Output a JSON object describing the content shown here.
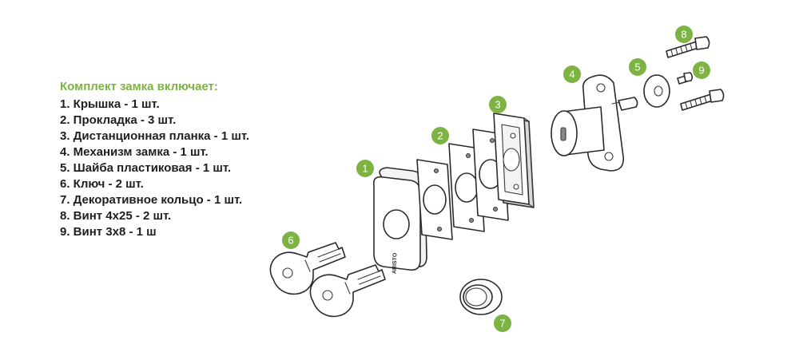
{
  "parts_list": {
    "title": "Комплект замка включает:",
    "items": [
      "1. Крышка - 1 шт.",
      "2. Прокладка - 3 шт.",
      "3. Дистанционная планка - 1 шт.",
      "4. Механизм замка - 1 шт.",
      "5. Шайба пластиковая - 1 шт.",
      "6. Ключ - 2 шт.",
      "7. Декоративное кольцо - 1 шт.",
      "8. Винт 4х25 - 2 шт.",
      "9. Винт 3х8 - 1 ш"
    ]
  },
  "badges": {
    "b1": "1",
    "b2": "2",
    "b3": "3",
    "b4": "4",
    "b5": "5",
    "b6": "6",
    "b7": "7",
    "b8": "8",
    "b9": "9"
  },
  "cover_logo": "ARISTO",
  "colors": {
    "accent_green": "#7cb342",
    "text": "#1f1f1f",
    "line": "#2b2b2b"
  }
}
